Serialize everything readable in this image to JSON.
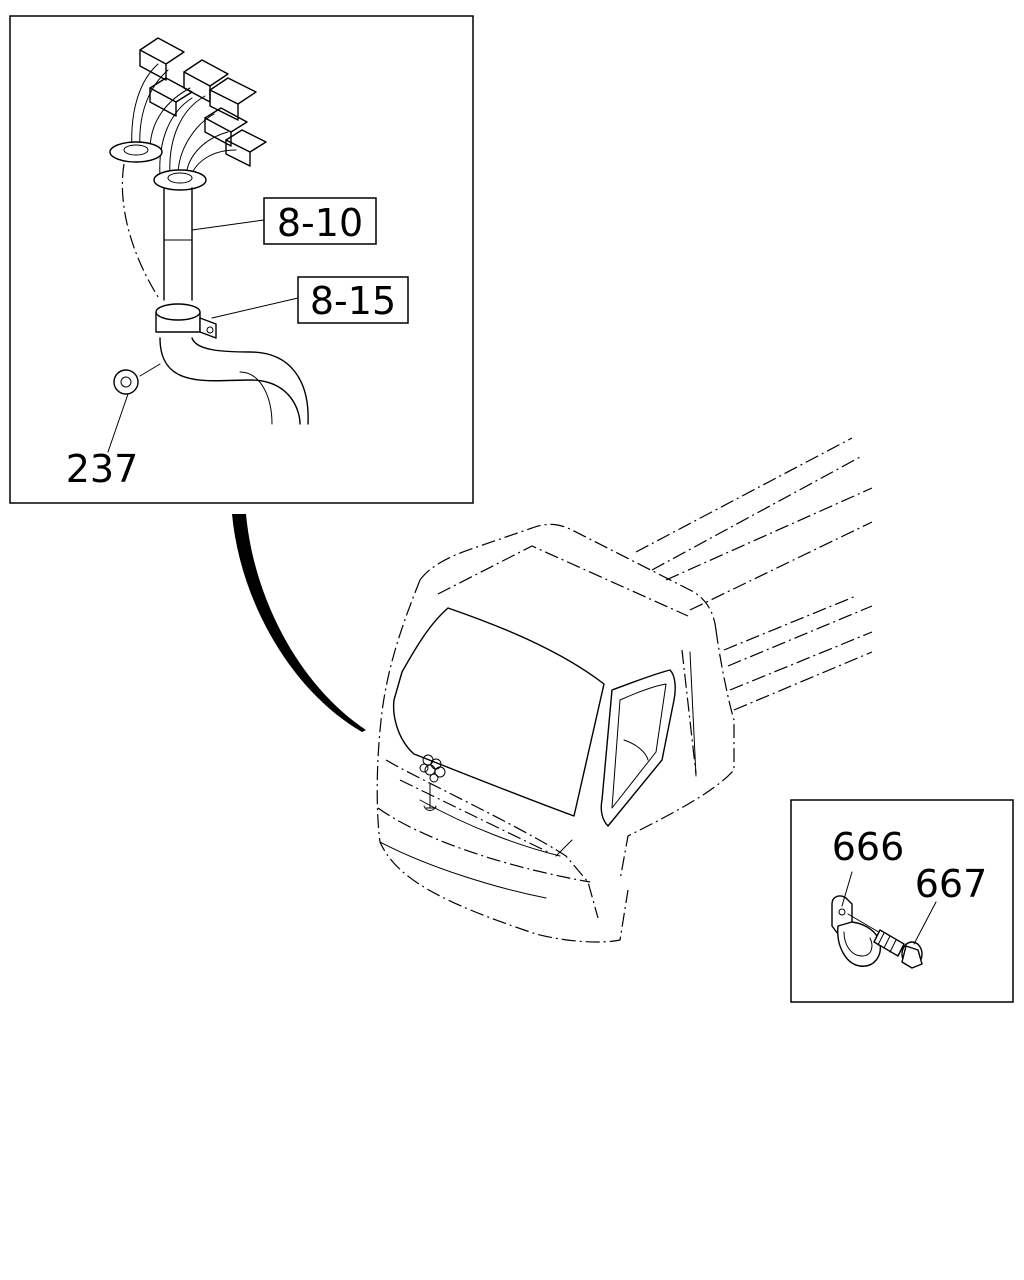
{
  "detail_top_left": {
    "callouts": [
      {
        "text": "8-10",
        "boxed": true
      },
      {
        "text": "8-15",
        "boxed": true
      },
      {
        "text": "237",
        "boxed": false
      }
    ]
  },
  "detail_bottom_right": {
    "callouts": [
      {
        "text": "666"
      },
      {
        "text": "667"
      }
    ]
  }
}
